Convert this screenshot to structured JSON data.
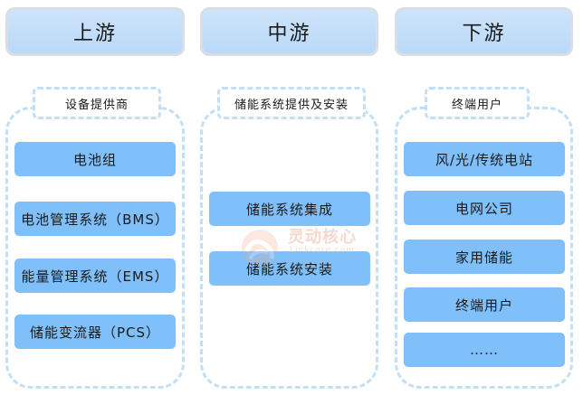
{
  "stages": {
    "upstream": "上游",
    "midstream": "中游",
    "downstream": "下游"
  },
  "upstream": {
    "label": "设备提供商",
    "items": [
      "电池组",
      "电池管理系统（BMS）",
      "能量管理系统（EMS）",
      "储能变流器（PCS）"
    ]
  },
  "midstream": {
    "label": "储能系统提供及安装",
    "items": [
      "储能系统集成",
      "储能系统安装"
    ]
  },
  "downstream": {
    "label": "终端用户",
    "items": [
      "风/光/传统电站",
      "电网公司",
      "家用储能",
      "终端用户",
      "……"
    ]
  },
  "watermark": {
    "text": "灵动核心",
    "sub": "Linkcore.com",
    "icon": "linkcore-logo-icon"
  }
}
